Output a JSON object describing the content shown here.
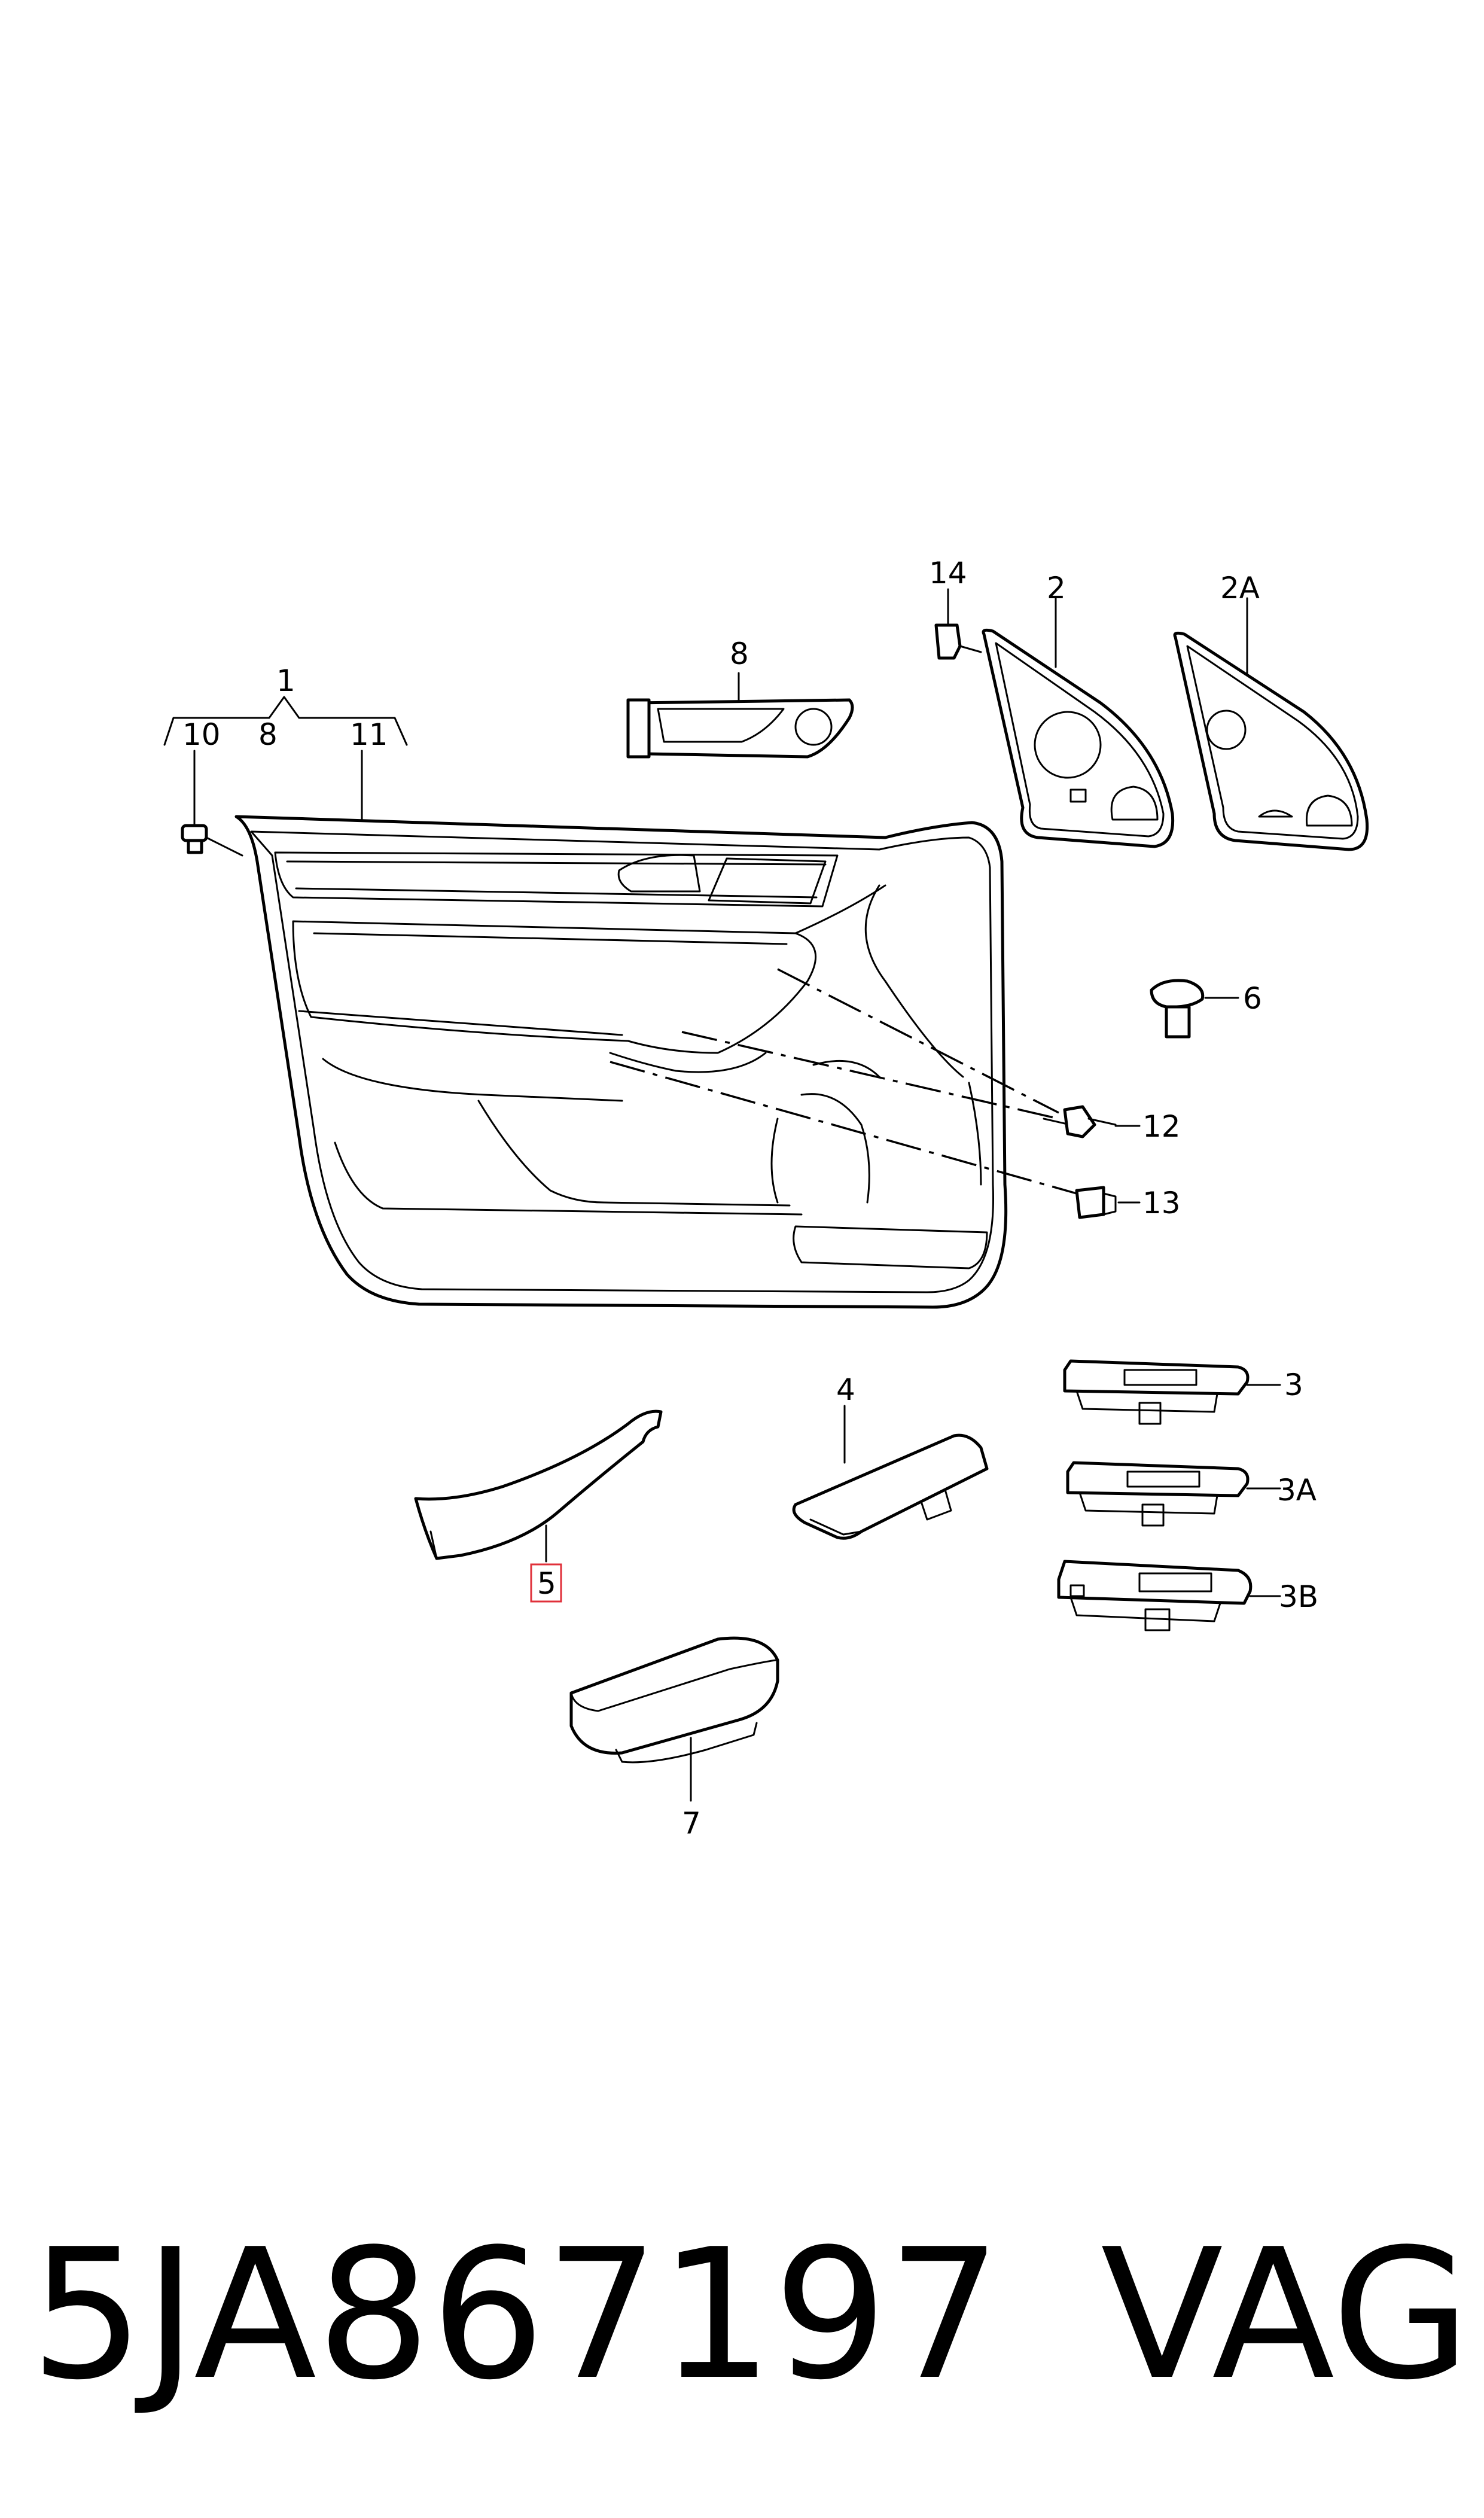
{
  "callouts": {
    "c1": "1",
    "c8_group": "8",
    "c10": "10",
    "c11": "11",
    "c8": "8",
    "c14": "14",
    "c2": "2",
    "c2a": "2A",
    "c6": "6",
    "c12": "12",
    "c13": "13",
    "c3": "3",
    "c3a": "3A",
    "c3b": "3B",
    "c4": "4",
    "c5": "5",
    "c7": "7"
  },
  "highlight": {
    "callout": "5",
    "color": "#e0303a"
  },
  "footer": {
    "part_number": "5JA867197",
    "brand": "VAG"
  }
}
